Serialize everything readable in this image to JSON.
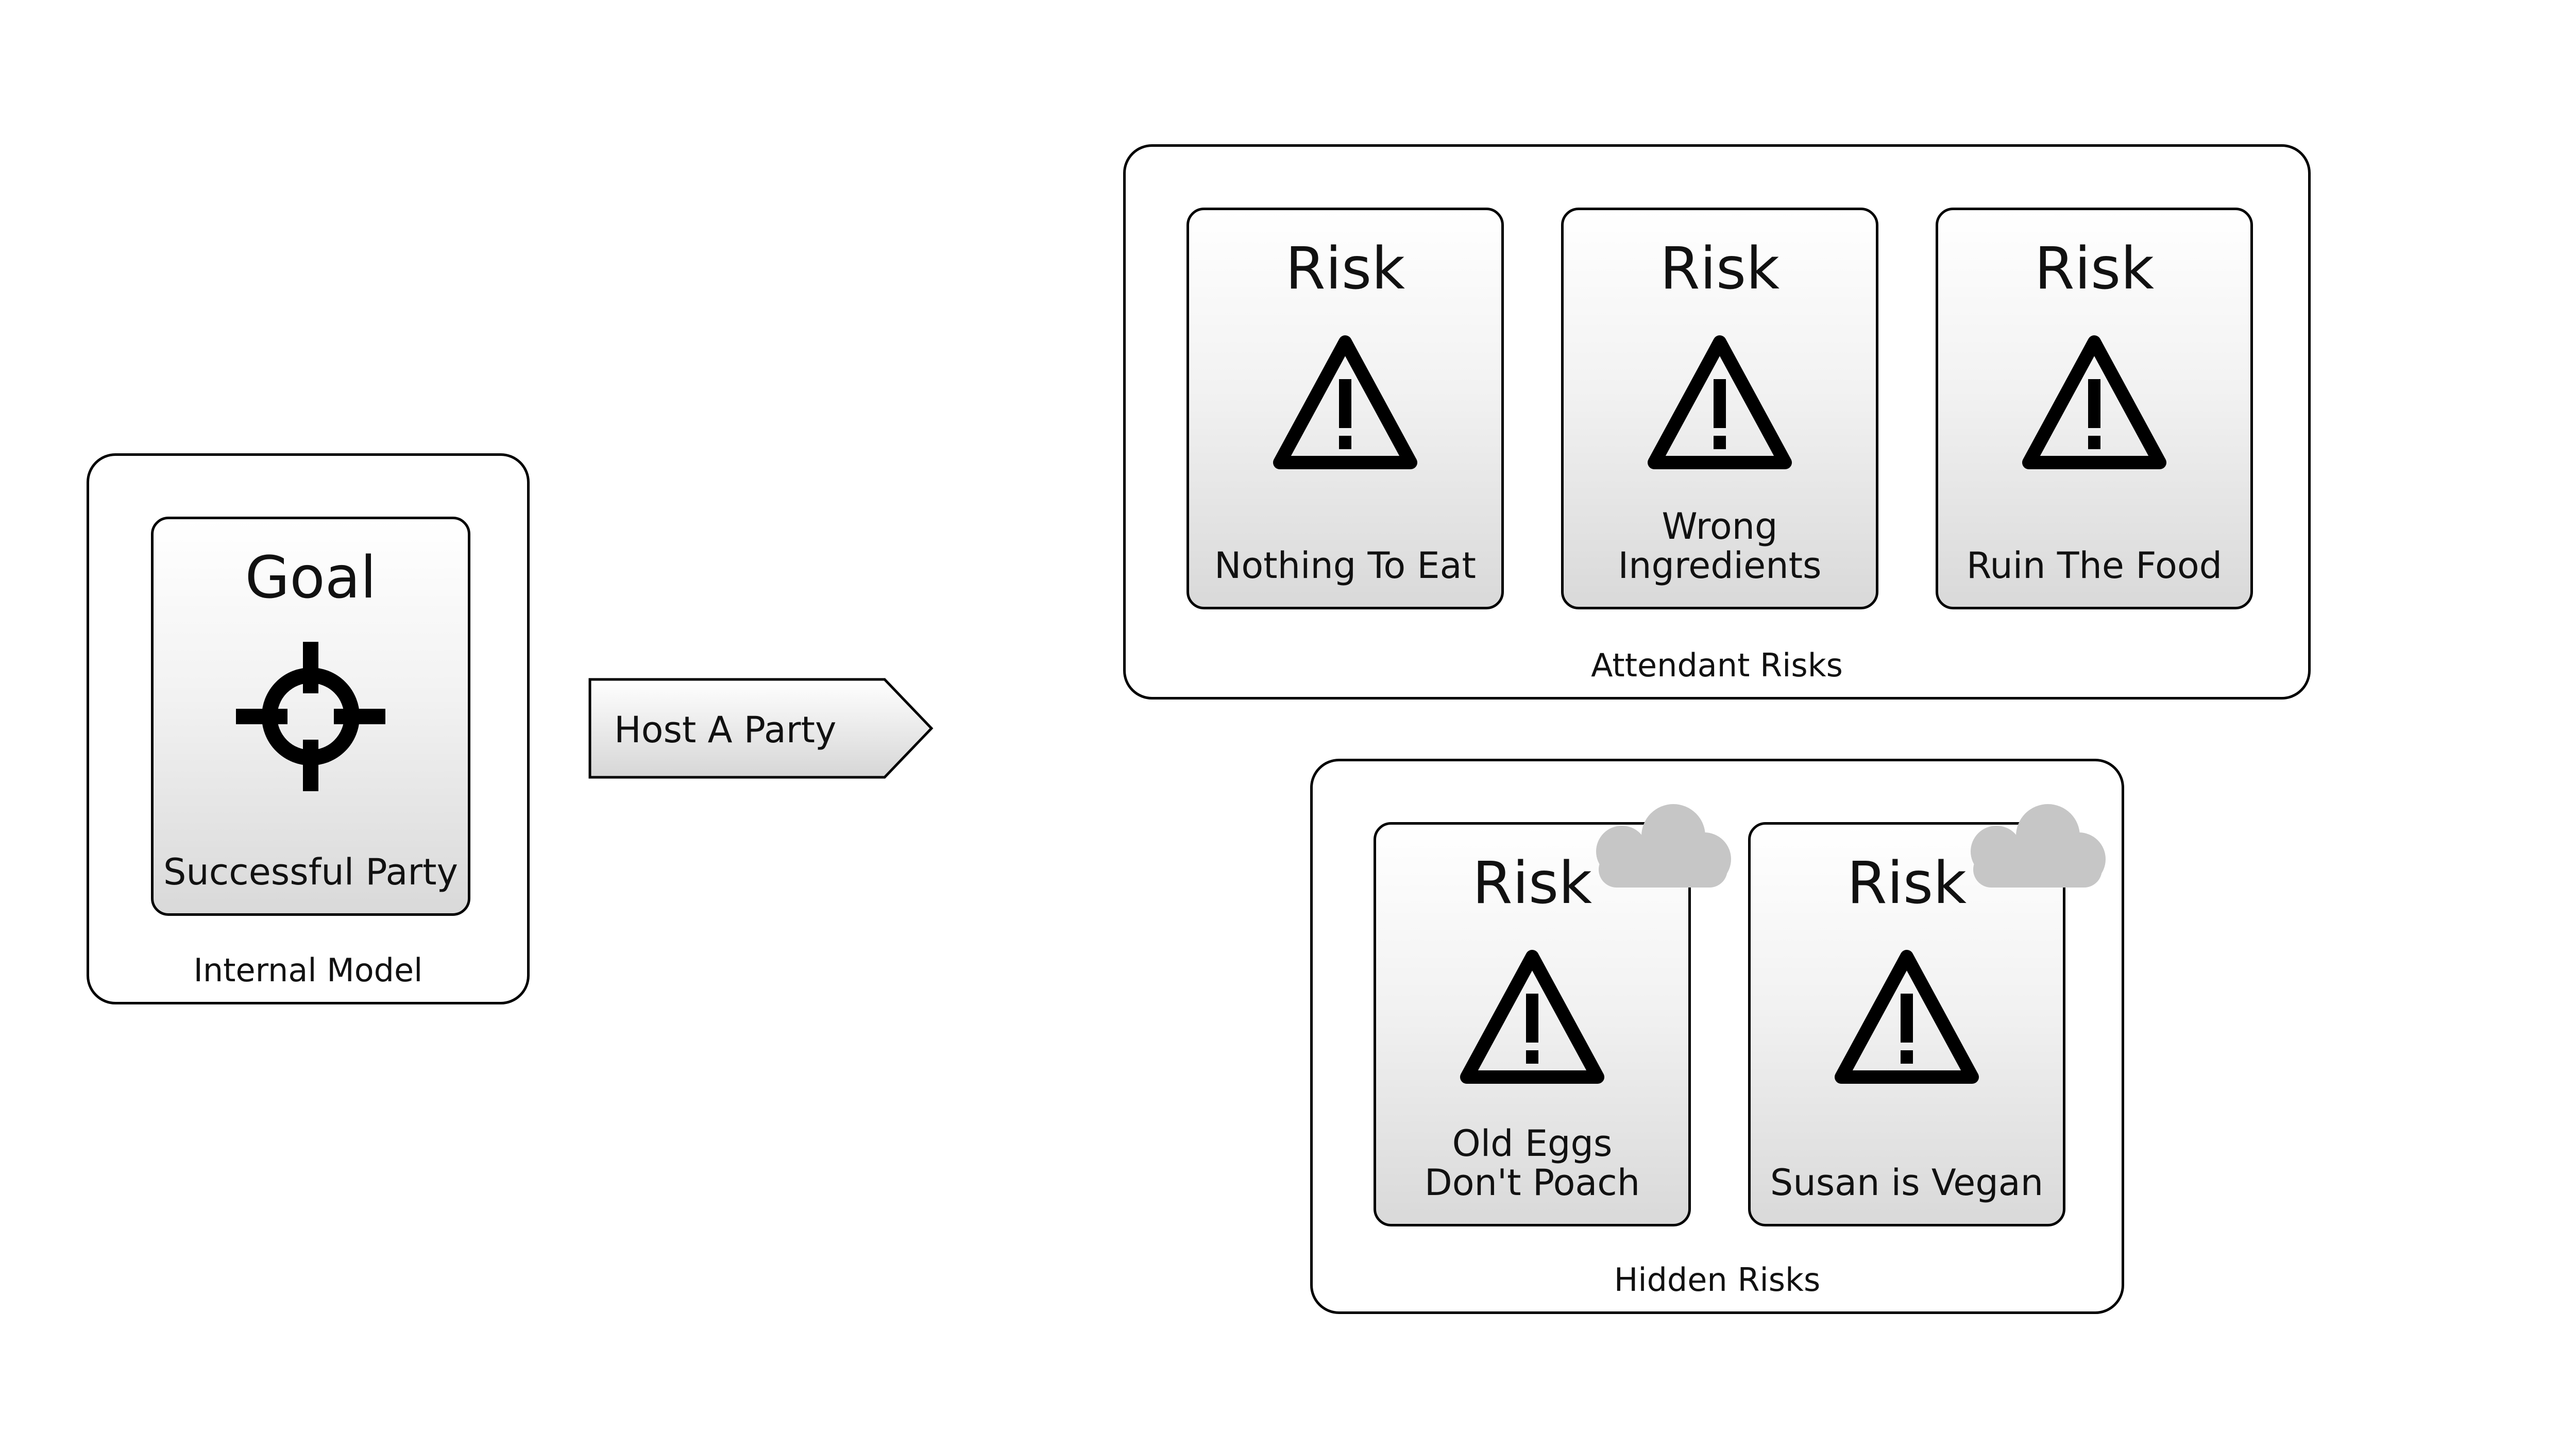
{
  "internal_model": {
    "label": "Internal Model",
    "goal": {
      "title": "Goal",
      "caption": "Successful Party",
      "icon": "crosshair-target-icon"
    }
  },
  "action": {
    "label": "Host A Party"
  },
  "attendant_risks": {
    "label": "Attendant Risks",
    "cards": [
      {
        "title": "Risk",
        "caption": "Nothing To Eat",
        "icon": "warning-triangle-icon"
      },
      {
        "title": "Risk",
        "caption": "Wrong\nIngredients",
        "icon": "warning-triangle-icon"
      },
      {
        "title": "Risk",
        "caption": "Ruin The Food",
        "icon": "warning-triangle-icon"
      }
    ]
  },
  "hidden_risks": {
    "label": "Hidden Risks",
    "cards": [
      {
        "title": "Risk",
        "caption": "Old Eggs\nDon't Poach",
        "icon": "warning-triangle-icon",
        "badge": "cloud-icon"
      },
      {
        "title": "Risk",
        "caption": "Susan is Vegan",
        "icon": "warning-triangle-icon",
        "badge": "cloud-icon"
      }
    ]
  }
}
